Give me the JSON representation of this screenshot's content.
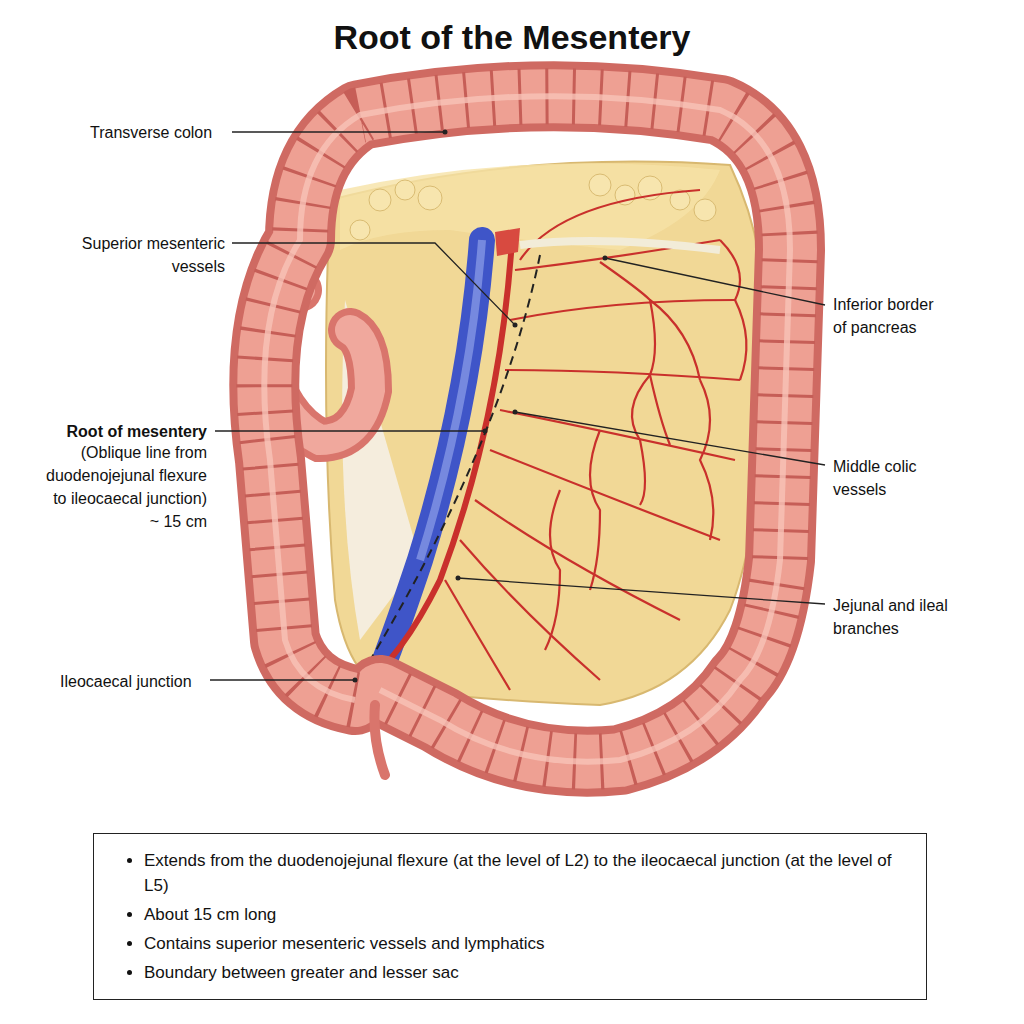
{
  "diagram": {
    "title": "Root of the Mesentery",
    "nodes": [
      {
        "text": [
          "Extends from the duodenojejunal flexure (at the level of L2) to the ileocaecal junction (at the level of L5)",
          "About 15 cm long",
          "Contains superior mesenteric vessels and lymphatics",
          "Boundary between greater and lesser sac"
        ]
      }
    ],
    "labels": [
      "Transverse colon",
      "Superior mesenteric vessels",
      "Root of mesentery",
      "(Oblique line from duodenojejunal flexure to ileocaecal junction)",
      "~ 15 cm",
      "Ileocaecal junction",
      "Inferior border of pancreas",
      "Middle colic vessels",
      "Jejunal and ileal branches"
    ]
  }
}
